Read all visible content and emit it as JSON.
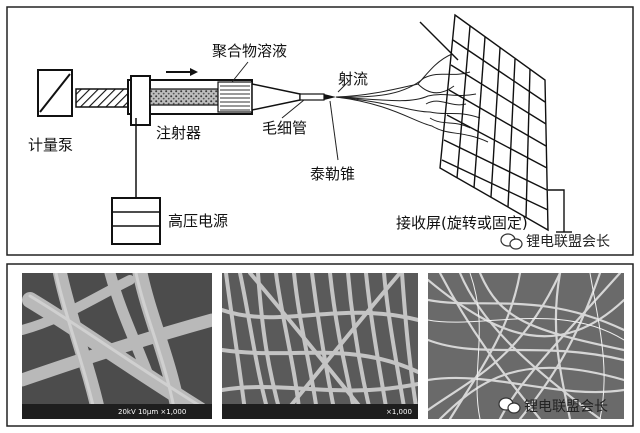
{
  "diagram": {
    "labels": {
      "pump": "计量泵",
      "solution": "聚合物溶液",
      "syringe": "注射器",
      "capillary": "毛细管",
      "jet": "射流",
      "taylor_cone": "泰勒锥",
      "power_supply": "高压电源",
      "collector": "接收屏(旋转或固定)"
    }
  },
  "micrographs": [
    {
      "scale_text": "20kV   10μm   ×1,000"
    },
    {
      "scale_text": "×1,000"
    },
    {
      "scale_text": ""
    }
  ],
  "watermark": {
    "text": "锂电联盟会长",
    "icon": "wechat-logo-icon"
  },
  "colors": {
    "line": "#1a1a1a",
    "sem_bg": "#5a5a5a",
    "fiber_light": "#c8c8c8"
  }
}
